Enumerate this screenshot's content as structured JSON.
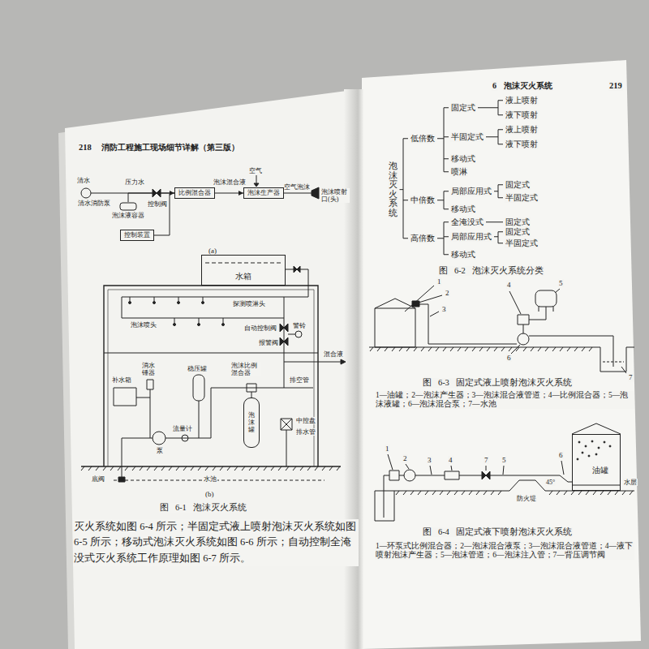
{
  "diagram": {
    "nodes": [
      {
        "text": [
          "清水消防泵"
        ]
      },
      {
        "text": [
          "比例混合器"
        ]
      },
      {
        "text": [
          "泡沫生产器"
        ]
      },
      {
        "text": [
          "泡沫液容器"
        ]
      },
      {
        "text": [
          "控制装置"
        ]
      },
      {
        "text": [
          "水箱"
        ]
      },
      {
        "text": [
          "泡沫罐"
        ]
      },
      {
        "text": [
          "油罐"
        ]
      }
    ],
    "edges": [
      {
        "from": 0,
        "to": 1,
        "label": "压力水",
        "arrow": "to"
      },
      {
        "from": 1,
        "to": 2,
        "label": "泡沫混合液",
        "arrow": "to"
      },
      {
        "from": 3,
        "to": 1,
        "arrow": "none"
      }
    ],
    "labels": [
      "218",
      "消防工程施工现场细节详解（第三版）",
      "清水",
      "控制阀",
      "空气",
      "空气泡沫",
      "泡沫喷射口(头)",
      "(a)",
      "探测喷淋头",
      "泡沫喷头",
      "自动控制阀",
      "警铃",
      "报警阀",
      "混合液",
      "泡沫比例混合器",
      "消水锤器",
      "补水箱",
      "稳压罐",
      "流量计",
      "泵",
      "排空管",
      "中控盘",
      "排水管",
      "底阀",
      "水池",
      "(b)",
      "图 6-1 泡沫灭火系统",
      "灭火系统如图 6-4 所示；半固定式液上喷射泡沫灭火系统如图 6-5 所示；移动式泡沫灭火系统如图 6-6 所示；自动控制全淹没式灭火系统工作原理如图 6-7 所示。",
      "6",
      "泡沫灭火系统",
      "219",
      "泡沫灭火系统",
      "低倍数",
      "固定式",
      "液上喷射",
      "液下喷射",
      "半固定式",
      "液上喷射",
      "液下喷射",
      "移动式",
      "喷淋",
      "中倍数",
      "局部应用式",
      "固定式",
      "半固定式",
      "移动式",
      "高倍数",
      "全淹没式",
      "固定式",
      "局部应用式",
      "固定式",
      "半固定式",
      "移动式",
      "图 6-2 泡沫灭火系统分类",
      "1",
      "2",
      "3",
      "4",
      "5",
      "6",
      "7",
      "图 6-3 固定式液上喷射泡沫灭火系统",
      "1—油罐；2—泡沫产生器；3—泡沫混合液管道；4—比例混合器；5—泡沫液罐；6—泡沫混合泵；7—水池",
      "1",
      "2",
      "3",
      "4",
      "5",
      "6",
      "7",
      "水层",
      "45°",
      "防火堤",
      "图 6-4 固定式液下喷射泡沫灭火系统",
      "1—环泵式比例混合器；2—泡沫混合液泵；3—泡沫混合液管道；4—液下喷射泡沫产生器；5—泡沫管道；6—泡沫注入管；7—背压调节阀"
    ]
  }
}
